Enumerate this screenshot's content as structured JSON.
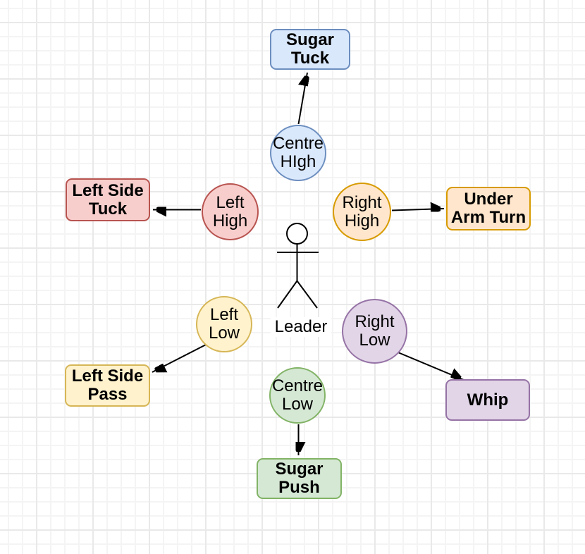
{
  "diagram": {
    "title_implied": "Leader hand positions to dance moves",
    "leader": {
      "label": "Leader"
    },
    "hand_positions": {
      "centre_high": {
        "label": "Centre\nHIgh",
        "color": "blue"
      },
      "left_high": {
        "label": "Left\nHigh",
        "color": "red"
      },
      "right_high": {
        "label": "Right\nHigh",
        "color": "orange"
      },
      "left_low": {
        "label": "Left\nLow",
        "color": "yellow"
      },
      "right_low": {
        "label": "Right\nLow",
        "color": "purple"
      },
      "centre_low": {
        "label": "Centre\nLow",
        "color": "green"
      }
    },
    "moves": {
      "sugar_tuck": {
        "label": "Sugar\nTuck",
        "color": "blue"
      },
      "left_side_tuck": {
        "label": "Left Side\nTuck",
        "color": "red"
      },
      "under_arm_turn": {
        "label": "Under\nArm Turn",
        "color": "orange"
      },
      "left_side_pass": {
        "label": "Left Side\nPass",
        "color": "yellow"
      },
      "whip": {
        "label": "Whip",
        "color": "purple"
      },
      "sugar_push": {
        "label": "Sugar\nPush",
        "color": "green"
      }
    },
    "connections": [
      {
        "from": "Centre HIgh",
        "to": "Sugar Tuck"
      },
      {
        "from": "Left High",
        "to": "Left Side Tuck"
      },
      {
        "from": "Right High",
        "to": "Under Arm Turn"
      },
      {
        "from": "Left Low",
        "to": "Left Side Pass"
      },
      {
        "from": "Right Low",
        "to": "Whip"
      },
      {
        "from": "Centre Low",
        "to": "Sugar Push"
      }
    ],
    "palette": {
      "blue_fill": "#DAE8FC",
      "blue_stroke": "#6C8EBF",
      "red_fill": "#F8CECC",
      "red_stroke": "#B85450",
      "orange_fill": "#FFE6CC",
      "orange_stroke": "#D79B00",
      "yellow_fill": "#FFF2CC",
      "yellow_stroke": "#D6B656",
      "purple_fill": "#E1D5E7",
      "purple_stroke": "#9673A6",
      "green_fill": "#D5E8D4",
      "green_stroke": "#82B366",
      "edge_color": "#000000",
      "canvas_background": "#FFFFFF",
      "grid_minor": "#F4F4F4",
      "grid_major": "#E9E9E9"
    }
  }
}
